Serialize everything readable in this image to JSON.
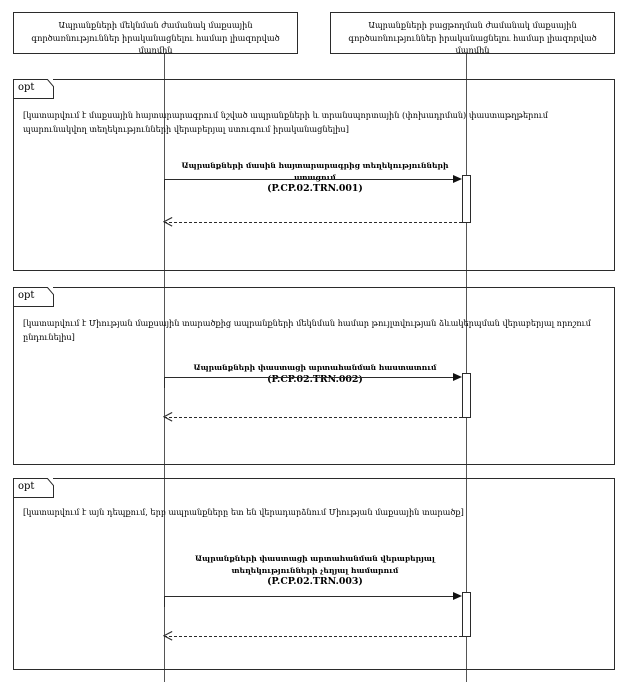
{
  "diagram": {
    "type": "uml-sequence-diagram",
    "language": "hy",
    "participants": [
      {
        "id": "departure-authority",
        "label": "Ապրանքների մեկնման ժամանակ մաքսային գործառնություններ իրականացնելու համար լիազորված մարմին"
      },
      {
        "id": "release-authority",
        "label": "Ապրանքների բացթողման ժամանակ մաքսային գործառնություններ իրականացնելու համար լիազորված մարմին"
      }
    ],
    "fragments": [
      {
        "operator": "opt",
        "guard": "[կատարվում է մաքսային հայտարարագրում նշված ապրանքների և տրանսպորտային (փոխադրման) փաստաթղթերում պարունակվող տեղեկությունների վերաբերյալ ստուգում իրականացնելիս]",
        "message": {
          "name": "Ապրանքների մասին հայտարարագրից տեղեկությունների ստացում",
          "code": "(P.CP.02.TRN.001)",
          "direction": "left-to-right",
          "reply": true
        }
      },
      {
        "operator": "opt",
        "guard": "[կատարվում է Միության մաքսային տարածքից ապրանքների մեկնման համար թույլտվության ձևակերպման վերաբերյալ որոշում ընդունելիս]",
        "message": {
          "name": "Ապրանքների փաստացի արտահանման հաստատում",
          "code": "(P.CP.02.TRN.002)",
          "direction": "left-to-right",
          "reply": true
        }
      },
      {
        "operator": "opt",
        "guard": "[կատարվում է այն դեպքում, երբ ապրանքները ետ են վերադարձնում Միության մաքսային տարածք]",
        "message": {
          "name": "Ապրանքների փաստացի արտահանման վերաբերյալ տեղեկությունների չեղյալ համարում",
          "code": "(P.CP.02.TRN.003)",
          "direction": "left-to-right",
          "reply": true
        }
      }
    ]
  },
  "colors": {
    "line": "#2b2b2b",
    "lifeline": "#555555",
    "background": "#ffffff",
    "text": "#000000"
  },
  "caption": ""
}
